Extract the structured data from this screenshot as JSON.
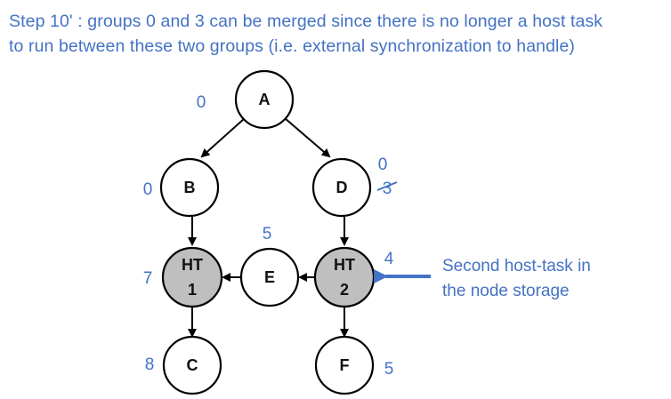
{
  "caption": {
    "line1": "Step 10' : groups 0 and 3 can be merged since there is no longer a host task",
    "line2": "to run between these two groups (i.e. external synchronization to handle)"
  },
  "colors": {
    "annotation": "#4472C4",
    "host_task_fill": "#BFBFBF",
    "node_fill": "#FFFFFF",
    "edge": "#000000"
  },
  "nodes": {
    "A": {
      "label": "A",
      "group": "0"
    },
    "B": {
      "label": "B",
      "group": "0"
    },
    "D": {
      "label": "D",
      "group": "0",
      "struck_group": "3"
    },
    "HT1": {
      "label_line1": "HT",
      "label_line2": "1",
      "group": "7"
    },
    "E": {
      "label": "E",
      "group": "5"
    },
    "HT2": {
      "label_line1": "HT",
      "label_line2": "2",
      "group": "4"
    },
    "C": {
      "label": "C",
      "group": "8"
    },
    "F": {
      "label": "F",
      "group": "5"
    }
  },
  "note": {
    "line1": "Second host-task in",
    "line2": "the node storage"
  }
}
